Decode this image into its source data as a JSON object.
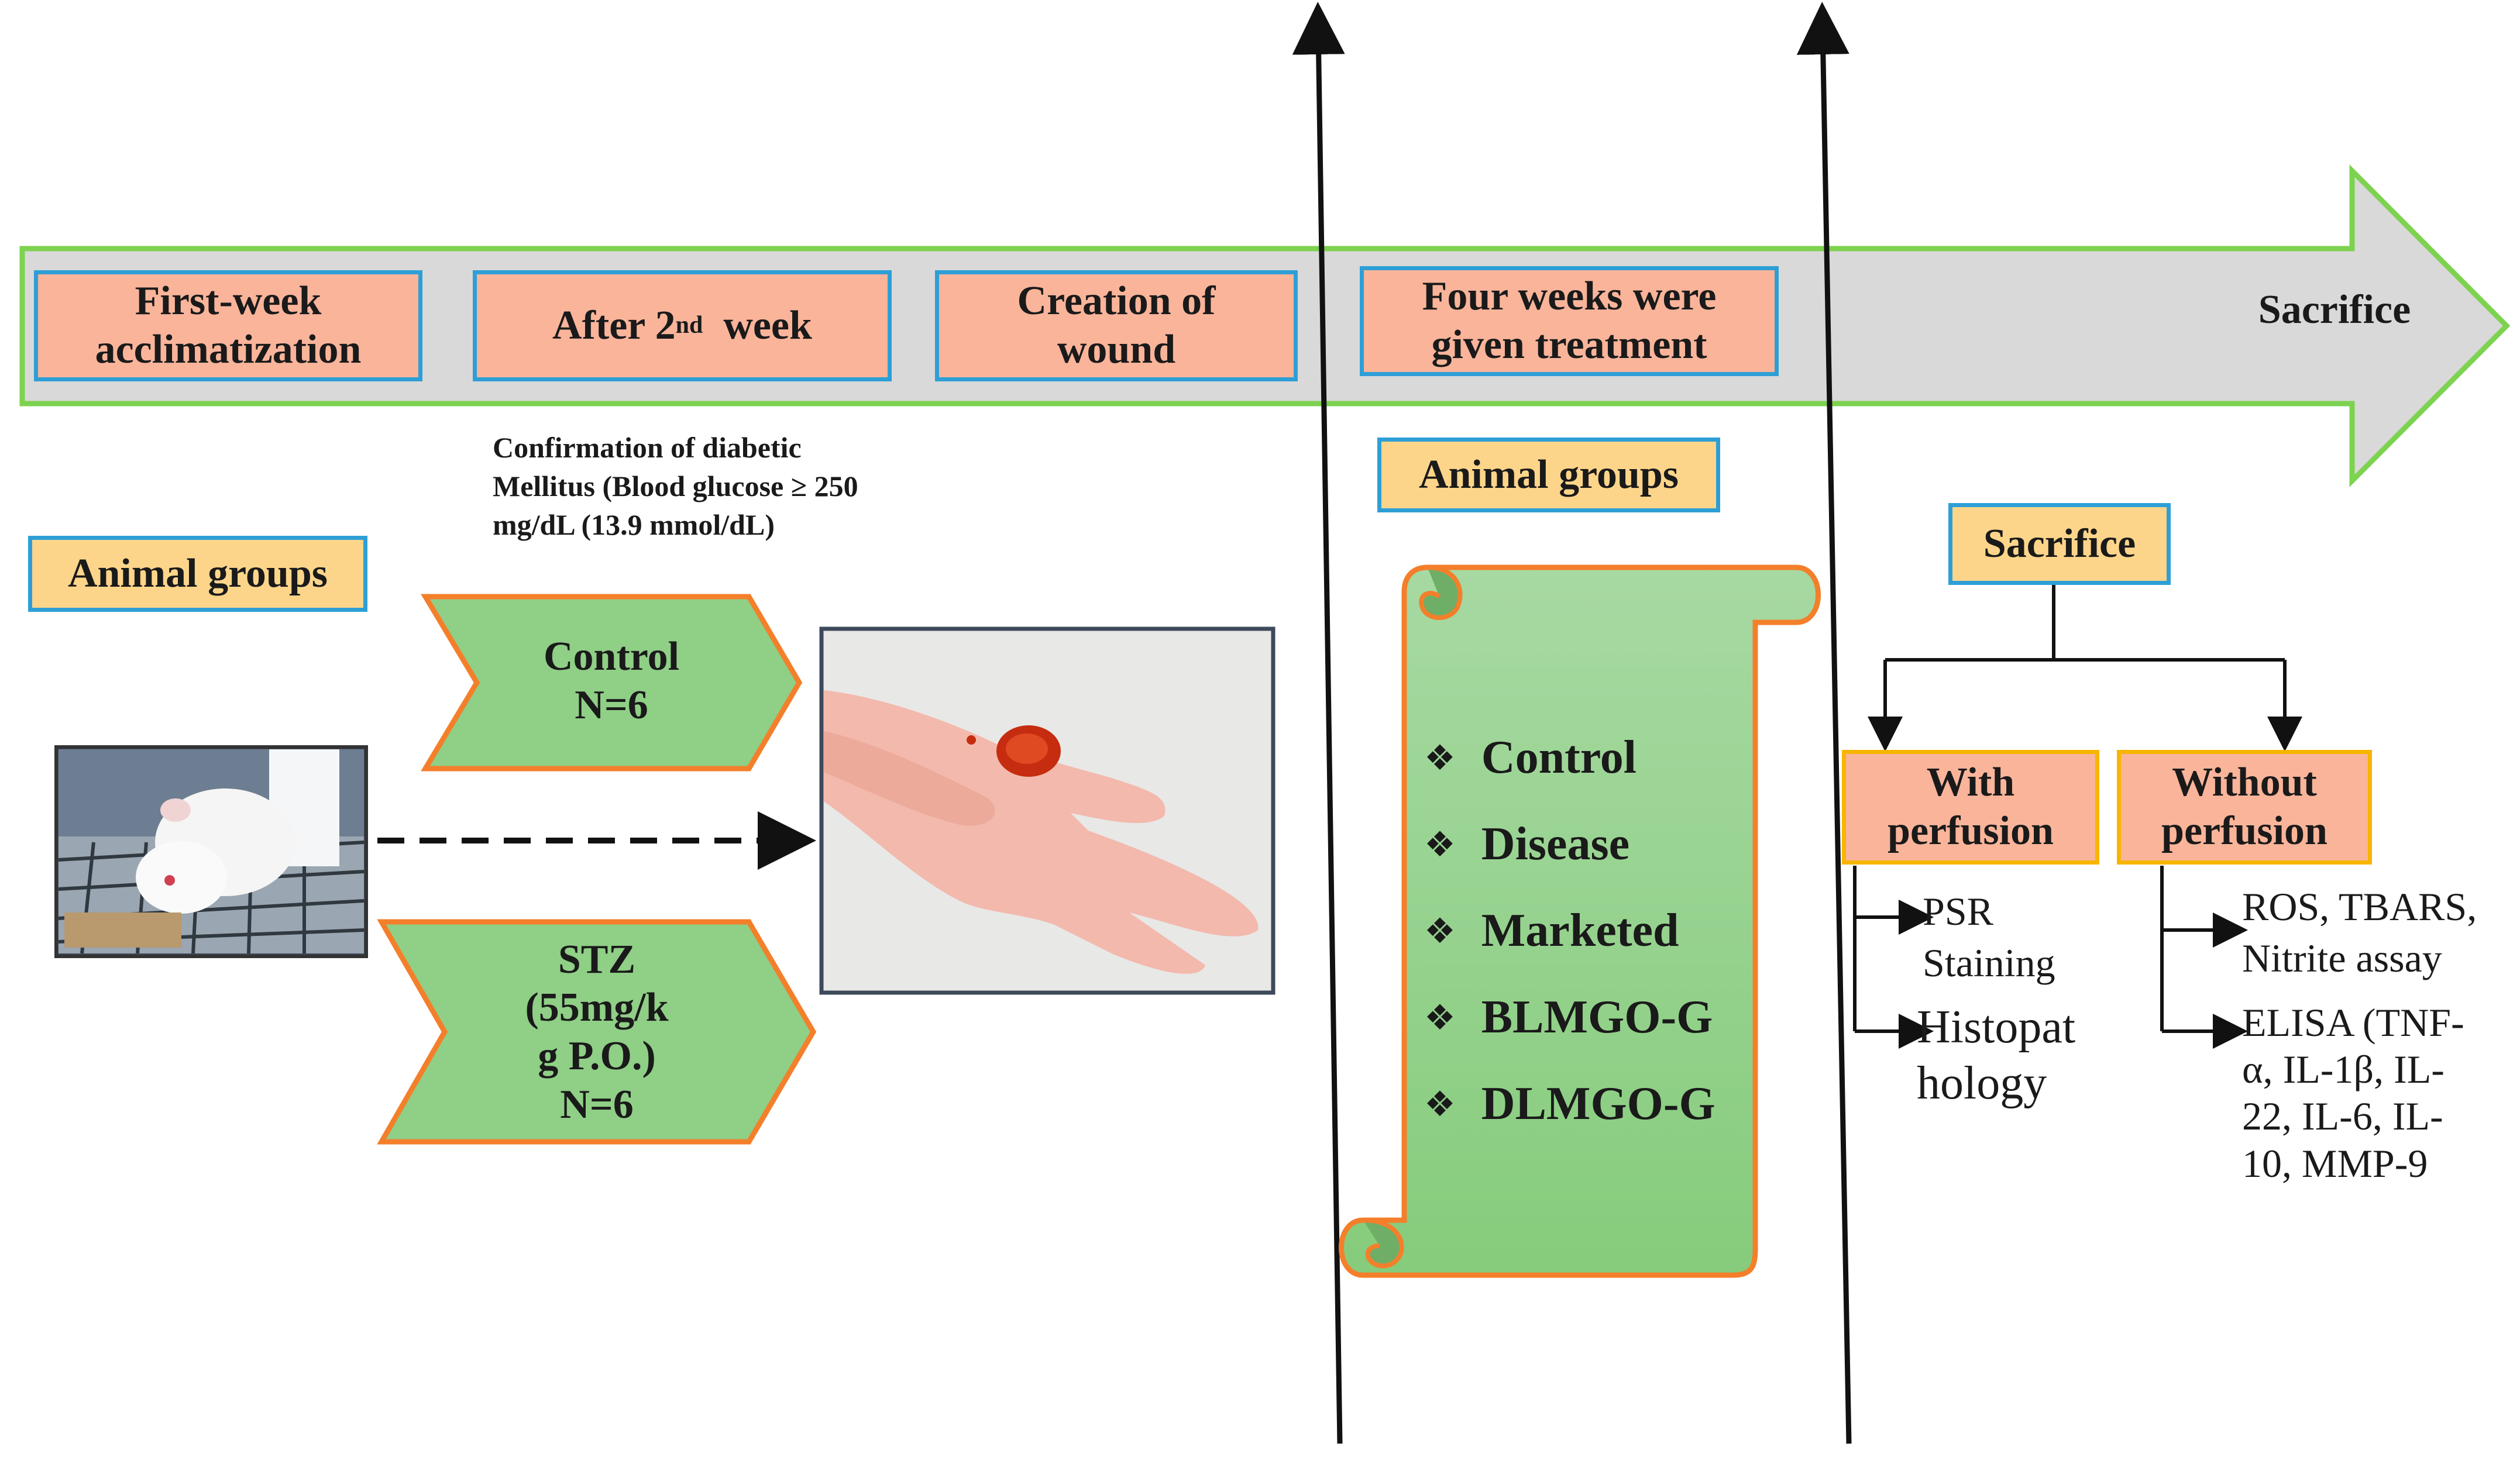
{
  "timeline": {
    "steps": [
      {
        "text": "First-week\nacclimatization"
      },
      {
        "text": "After 2",
        "sup": "nd",
        "after": "  week"
      },
      {
        "text": "Creation of\nwound"
      },
      {
        "text": "Four weeks were\ngiven treatment"
      }
    ],
    "end_label": "Sacrifice"
  },
  "confirmation_note": "Confirmation of diabetic\nMellitus (Blood glucose ≥ 250\nmg/dL (13.9 mmol/dL)",
  "left_groups": {
    "tag": "Animal groups",
    "control": "Control\nN=6",
    "stz": "STZ\n(55mg/k\ng P.O.)\nN=6"
  },
  "images": {
    "rat": "rat-photo",
    "wound": "wound-paw-photo"
  },
  "treatment_groups": {
    "tag": "Animal groups",
    "bullet_symbol": "❖",
    "items": [
      "Control",
      "Disease",
      "Marketed",
      "BLMGO-G",
      "DLMGO-G"
    ]
  },
  "sacrifice": {
    "tag": "Sacrifice",
    "with": {
      "label": "With\nperfusion",
      "outputs": [
        "PSR\nStaining",
        "Histopat\nhology"
      ]
    },
    "without": {
      "label": "Without\nperfusion",
      "outputs": [
        "ROS, TBARS,\nNitrite assay",
        "ELISA (TNF-\nα, IL-1β, IL-\n22, IL-6, IL-\n10, MMP-9"
      ]
    }
  },
  "colors": {
    "arrow_fill": "#d9d9d9",
    "arrow_border": "#7dd24f",
    "box_fill": "#f9b49a",
    "box_border": "#2e9fd6",
    "tag_fill": "#fdd58a",
    "chevron_fill": "#8fcf86",
    "chevron_border": "#f47f2b",
    "method_border": "#f7b500"
  }
}
